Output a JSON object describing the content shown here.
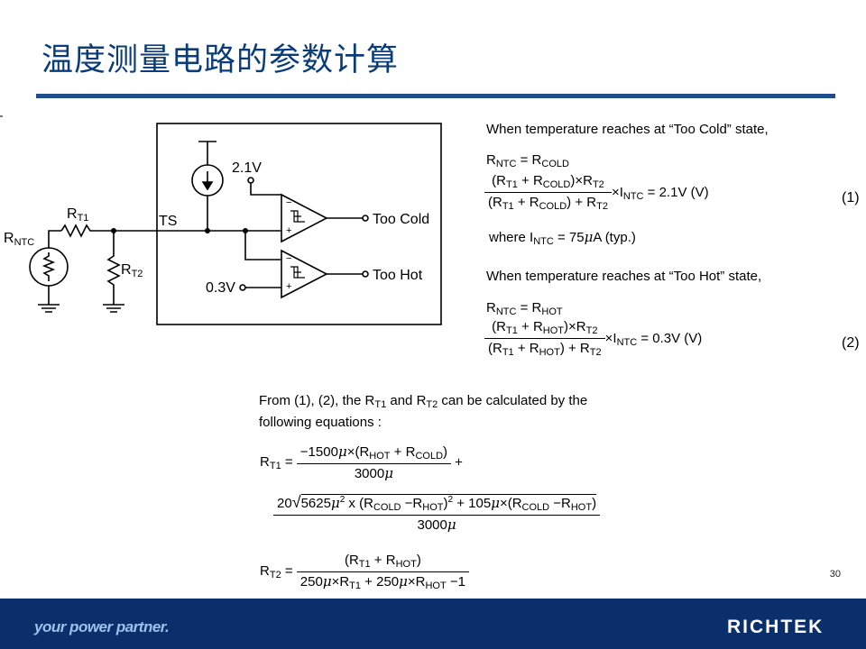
{
  "slide": {
    "title": "温度测量电路的参数计算",
    "page_number": "30"
  },
  "circuit": {
    "label_rntc": "R",
    "label_rntc_sub": "NTC",
    "label_rt1": "R",
    "label_rt1_sub": "T1",
    "label_rt2": "R",
    "label_rt2_sub": "T2",
    "label_ts": "TS",
    "label_21v": "2.1V",
    "label_03v": "0.3V",
    "label_too_cold": "Too Cold",
    "label_too_hot": "Too Hot"
  },
  "equations": {
    "cold_intro": "When temperature reaches at “Too Cold” state,",
    "cold_r": "R",
    "cold_r_sub": "NTC",
    "cold_eq_rhs": " = R",
    "cold_rhs_sub": "COLD",
    "eq1_num": "(R",
    "eq1_num_sub1": "T1",
    "eq1_num_mid": " + R",
    "eq1_num_sub2": "COLD",
    "eq1_num_end": ")×R",
    "eq1_num_sub3": "T2",
    "eq1_den": "(R",
    "eq1_den_sub1": "T1",
    "eq1_den_mid": " + R",
    "eq1_den_sub2": "COLD",
    "eq1_den_end": ") + R",
    "eq1_den_sub3": "T2",
    "eq1_tail": "×I",
    "eq1_tail_sub": "NTC",
    "eq1_tail_val": " = 2.1V   (V)",
    "eq1_number": "(1)",
    "where_prefix": "where I",
    "where_sub": "NTC",
    "where_val": " = 75",
    "where_mu": "μ",
    "where_unit": "A (typ.)",
    "hot_intro": "When temperature reaches at “Too Hot” state,",
    "hot_r": "R",
    "hot_r_sub": "NTC",
    "hot_eq_rhs": " = R",
    "hot_rhs_sub": "HOT",
    "eq2_num": "(R",
    "eq2_num_sub1": "T1",
    "eq2_num_mid": " + R",
    "eq2_num_sub2": "HOT",
    "eq2_num_end": ")×R",
    "eq2_num_sub3": "T2",
    "eq2_den": "(R",
    "eq2_den_sub1": "T1",
    "eq2_den_mid": " + R",
    "eq2_den_sub2": "HOT",
    "eq2_den_end": ") + R",
    "eq2_den_sub3": "T2",
    "eq2_tail": "×I",
    "eq2_tail_sub": "NTC",
    "eq2_tail_val": " = 0.3V   (V)",
    "eq2_number": "(2)",
    "from_line1_a": "From (1), (2),  the R",
    "from_sub1": "T1",
    "from_line1_b": " and R",
    "from_sub2": "T2",
    "from_line1_c": " can be calculated by the",
    "from_line2": "following equations :",
    "rt1_lhs": "R",
    "rt1_lhs_sub": "T1",
    "rt1_eq": " = ",
    "rt1_num_a": "−1500",
    "rt1_num_b": "×(R",
    "rt1_num_sub1": "HOT",
    "rt1_num_c": " + R",
    "rt1_num_sub2": "COLD",
    "rt1_num_d": ")",
    "rt1_den_a": "3000",
    "rt1_plus": " +",
    "sqrt_prefix": "20",
    "sqrt_a": "5625",
    "sqrt_b": "2",
    "sqrt_c": " x (R",
    "sqrt_sub1": "COLD",
    "sqrt_d": " −R",
    "sqrt_sub2": "HOT",
    "sqrt_e": ")",
    "sqrt_f": "2",
    "sqrt_g": " + 105",
    "sqrt_h": "×(R",
    "sqrt_sub3": "COLD",
    "sqrt_i": " −R",
    "sqrt_sub4": "HOT",
    "sqrt_j": ")",
    "sqrt_den": "3000",
    "rt2_lhs": "R",
    "rt2_lhs_sub": "T2",
    "rt2_eq": " = ",
    "rt2_num_a": "(R",
    "rt2_num_sub1": "T1",
    "rt2_num_b": " + R",
    "rt2_num_sub2": "HOT",
    "rt2_num_c": ")",
    "rt2_den_a": "250",
    "rt2_den_b": "×R",
    "rt2_den_sub1": "T1",
    "rt2_den_c": " + 250",
    "rt2_den_d": "×R",
    "rt2_den_sub2": "HOT",
    "rt2_den_e": " −1",
    "mu": "μ"
  },
  "footer": {
    "slogan": "your power partner.",
    "logo": "RICHTEK"
  },
  "colors": {
    "title": "#0b3c7a",
    "rule": "#1f4e8c",
    "footer_bg": "#0a2f6b",
    "slogan": "#9cc2ec"
  }
}
